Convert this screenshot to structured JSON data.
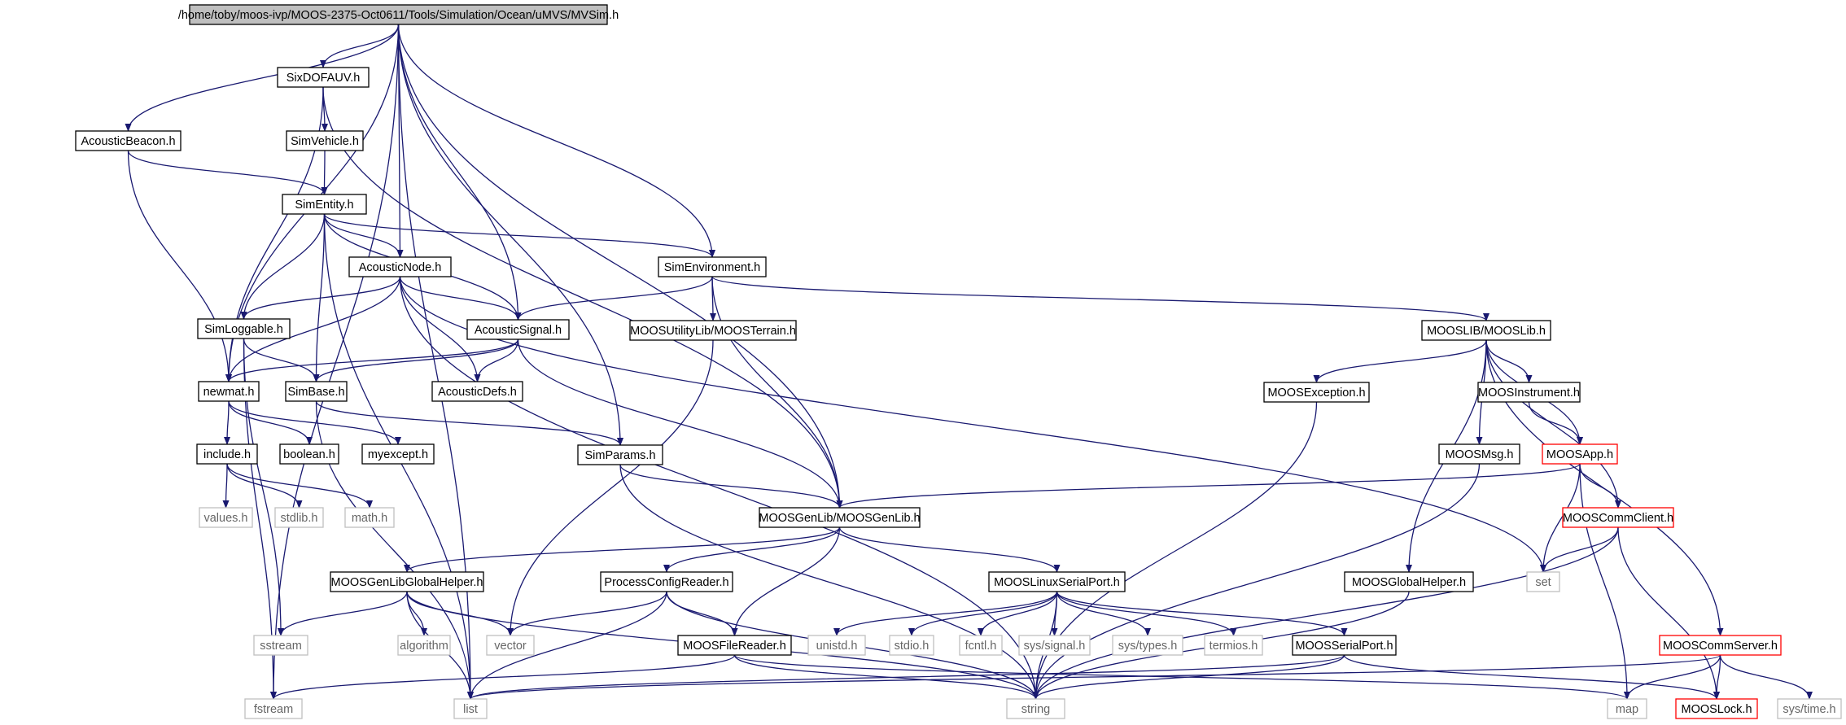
{
  "colors": {
    "edge": "#191970",
    "box_border_normal": "#000000",
    "box_border_truncated": "#ff0000",
    "box_border_system": "#bfbfbf",
    "root_fill": "#bfbfbf",
    "text_normal": "#000000",
    "text_system": "#666666"
  },
  "nodes": [
    {
      "id": "mvsim",
      "label": "/home/toby/moos-ivp/MOOS-2375-Oct0611/Tools/Simulation/Ocean/uMVS/MVSim.h",
      "kind": "root"
    },
    {
      "id": "sixdof",
      "label": "SixDOFAUV.h",
      "kind": "normal"
    },
    {
      "id": "acbeacon",
      "label": "AcousticBeacon.h",
      "kind": "normal"
    },
    {
      "id": "simvehicle",
      "label": "SimVehicle.h",
      "kind": "normal"
    },
    {
      "id": "simentity",
      "label": "SimEntity.h",
      "kind": "normal"
    },
    {
      "id": "acnode",
      "label": "AcousticNode.h",
      "kind": "normal"
    },
    {
      "id": "simenv",
      "label": "SimEnvironment.h",
      "kind": "normal"
    },
    {
      "id": "simlog",
      "label": "SimLoggable.h",
      "kind": "normal"
    },
    {
      "id": "acsignal",
      "label": "AcousticSignal.h",
      "kind": "normal"
    },
    {
      "id": "terrain",
      "label": "MOOSUtilityLib/MOOSTerrain.h",
      "kind": "normal"
    },
    {
      "id": "mooslib",
      "label": "MOOSLIB/MOOSLib.h",
      "kind": "normal"
    },
    {
      "id": "newmat",
      "label": "newmat.h",
      "kind": "normal"
    },
    {
      "id": "simbase",
      "label": "SimBase.h",
      "kind": "normal"
    },
    {
      "id": "acdefs",
      "label": "AcousticDefs.h",
      "kind": "normal"
    },
    {
      "id": "moosexc",
      "label": "MOOSException.h",
      "kind": "normal"
    },
    {
      "id": "moosinst",
      "label": "MOOSInstrument.h",
      "kind": "normal"
    },
    {
      "id": "include",
      "label": "include.h",
      "kind": "normal"
    },
    {
      "id": "boolean",
      "label": "boolean.h",
      "kind": "normal"
    },
    {
      "id": "myexcept",
      "label": "myexcept.h",
      "kind": "normal"
    },
    {
      "id": "simparams",
      "label": "SimParams.h",
      "kind": "normal"
    },
    {
      "id": "moosmsg",
      "label": "MOOSMsg.h",
      "kind": "normal"
    },
    {
      "id": "moosapp",
      "label": "MOOSApp.h",
      "kind": "truncated"
    },
    {
      "id": "values",
      "label": "values.h",
      "kind": "system"
    },
    {
      "id": "stdlib",
      "label": "stdlib.h",
      "kind": "system"
    },
    {
      "id": "math",
      "label": "math.h",
      "kind": "system"
    },
    {
      "id": "genlib",
      "label": "MOOSGenLib/MOOSGenLib.h",
      "kind": "normal"
    },
    {
      "id": "commclient",
      "label": "MOOSCommClient.h",
      "kind": "truncated"
    },
    {
      "id": "globalhelper",
      "label": "MOOSGenLibGlobalHelper.h",
      "kind": "normal"
    },
    {
      "id": "pcr",
      "label": "ProcessConfigReader.h",
      "kind": "normal"
    },
    {
      "id": "linuxserial",
      "label": "MOOSLinuxSerialPort.h",
      "kind": "normal"
    },
    {
      "id": "moosglobal",
      "label": "MOOSGlobalHelper.h",
      "kind": "normal"
    },
    {
      "id": "set",
      "label": "set",
      "kind": "system"
    },
    {
      "id": "sstream",
      "label": "sstream",
      "kind": "system"
    },
    {
      "id": "algorithm",
      "label": "algorithm",
      "kind": "system"
    },
    {
      "id": "vector",
      "label": "vector",
      "kind": "system"
    },
    {
      "id": "filereader",
      "label": "MOOSFileReader.h",
      "kind": "normal"
    },
    {
      "id": "unistd",
      "label": "unistd.h",
      "kind": "system"
    },
    {
      "id": "stdio",
      "label": "stdio.h",
      "kind": "system"
    },
    {
      "id": "fcntl",
      "label": "fcntl.h",
      "kind": "system"
    },
    {
      "id": "syssignal",
      "label": "sys/signal.h",
      "kind": "system"
    },
    {
      "id": "systypes",
      "label": "sys/types.h",
      "kind": "system"
    },
    {
      "id": "termios",
      "label": "termios.h",
      "kind": "system"
    },
    {
      "id": "serialport",
      "label": "MOOSSerialPort.h",
      "kind": "normal"
    },
    {
      "id": "commserver",
      "label": "MOOSCommServer.h",
      "kind": "truncated"
    },
    {
      "id": "fstream",
      "label": "fstream",
      "kind": "system"
    },
    {
      "id": "list",
      "label": "list",
      "kind": "system"
    },
    {
      "id": "string",
      "label": "string",
      "kind": "system"
    },
    {
      "id": "map",
      "label": "map",
      "kind": "system"
    },
    {
      "id": "mooslock",
      "label": "MOOSLock.h",
      "kind": "truncated"
    },
    {
      "id": "systime",
      "label": "sys/time.h",
      "kind": "system"
    }
  ],
  "edges": [
    [
      "mvsim",
      "sixdof"
    ],
    [
      "mvsim",
      "acbeacon"
    ],
    [
      "mvsim",
      "acnode"
    ],
    [
      "mvsim",
      "acsignal"
    ],
    [
      "mvsim",
      "simenv"
    ],
    [
      "mvsim",
      "newmat"
    ],
    [
      "mvsim",
      "simparams"
    ],
    [
      "mvsim",
      "genlib"
    ],
    [
      "mvsim",
      "fstream"
    ],
    [
      "mvsim",
      "list"
    ],
    [
      "sixdof",
      "simvehicle"
    ],
    [
      "sixdof",
      "newmat"
    ],
    [
      "sixdof",
      "genlib"
    ],
    [
      "acbeacon",
      "simentity"
    ],
    [
      "acbeacon",
      "newmat"
    ],
    [
      "simvehicle",
      "simentity"
    ],
    [
      "simentity",
      "acnode"
    ],
    [
      "simentity",
      "acsignal"
    ],
    [
      "simentity",
      "simenv"
    ],
    [
      "simentity",
      "simlog"
    ],
    [
      "simentity",
      "simbase"
    ],
    [
      "simentity",
      "list"
    ],
    [
      "acnode",
      "acsignal"
    ],
    [
      "acnode",
      "simlog"
    ],
    [
      "acnode",
      "newmat"
    ],
    [
      "acnode",
      "acdefs"
    ],
    [
      "acnode",
      "set"
    ],
    [
      "acnode",
      "string"
    ],
    [
      "simenv",
      "acsignal"
    ],
    [
      "simenv",
      "terrain"
    ],
    [
      "simenv",
      "genlib"
    ],
    [
      "simenv",
      "mooslib"
    ],
    [
      "simlog",
      "simbase"
    ],
    [
      "simlog",
      "fstream"
    ],
    [
      "simlog",
      "sstream"
    ],
    [
      "acsignal",
      "newmat"
    ],
    [
      "acsignal",
      "simbase"
    ],
    [
      "acsignal",
      "acdefs"
    ],
    [
      "acsignal",
      "genlib"
    ],
    [
      "terrain",
      "vector"
    ],
    [
      "mooslib",
      "moosexc"
    ],
    [
      "mooslib",
      "moosinst"
    ],
    [
      "mooslib",
      "moosapp"
    ],
    [
      "mooslib",
      "moosmsg"
    ],
    [
      "mooslib",
      "moosglobal"
    ],
    [
      "mooslib",
      "commclient"
    ],
    [
      "mooslib",
      "commserver"
    ],
    [
      "newmat",
      "include"
    ],
    [
      "newmat",
      "boolean"
    ],
    [
      "newmat",
      "myexcept"
    ],
    [
      "simbase",
      "simparams"
    ],
    [
      "simbase",
      "list"
    ],
    [
      "moosexc",
      "string"
    ],
    [
      "moosinst",
      "moosapp"
    ],
    [
      "include",
      "values"
    ],
    [
      "include",
      "stdlib"
    ],
    [
      "include",
      "math"
    ],
    [
      "simparams",
      "genlib"
    ],
    [
      "simparams",
      "string"
    ],
    [
      "moosmsg",
      "string"
    ],
    [
      "moosapp",
      "genlib"
    ],
    [
      "moosapp",
      "commclient"
    ],
    [
      "moosapp",
      "set"
    ],
    [
      "moosapp",
      "map"
    ],
    [
      "genlib",
      "globalhelper"
    ],
    [
      "genlib",
      "pcr"
    ],
    [
      "genlib",
      "linuxserial"
    ],
    [
      "genlib",
      "filereader"
    ],
    [
      "commclient",
      "set"
    ],
    [
      "commclient",
      "string"
    ],
    [
      "commclient",
      "mooslock"
    ],
    [
      "globalhelper",
      "sstream"
    ],
    [
      "globalhelper",
      "algorithm"
    ],
    [
      "globalhelper",
      "vector"
    ],
    [
      "globalhelper",
      "list"
    ],
    [
      "globalhelper",
      "string"
    ],
    [
      "pcr",
      "vector"
    ],
    [
      "pcr",
      "filereader"
    ],
    [
      "pcr",
      "list"
    ],
    [
      "pcr",
      "string"
    ],
    [
      "linuxserial",
      "unistd"
    ],
    [
      "linuxserial",
      "stdio"
    ],
    [
      "linuxserial",
      "fcntl"
    ],
    [
      "linuxserial",
      "syssignal"
    ],
    [
      "linuxserial",
      "systypes"
    ],
    [
      "linuxserial",
      "termios"
    ],
    [
      "linuxserial",
      "serialport"
    ],
    [
      "linuxserial",
      "string"
    ],
    [
      "moosglobal",
      "string"
    ],
    [
      "filereader",
      "fstream"
    ],
    [
      "filereader",
      "string"
    ],
    [
      "filereader",
      "map"
    ],
    [
      "serialport",
      "list"
    ],
    [
      "serialport",
      "string"
    ],
    [
      "serialport",
      "mooslock"
    ],
    [
      "commserver",
      "list"
    ],
    [
      "commserver",
      "map"
    ],
    [
      "commserver",
      "mooslock"
    ],
    [
      "commserver",
      "systime"
    ]
  ]
}
